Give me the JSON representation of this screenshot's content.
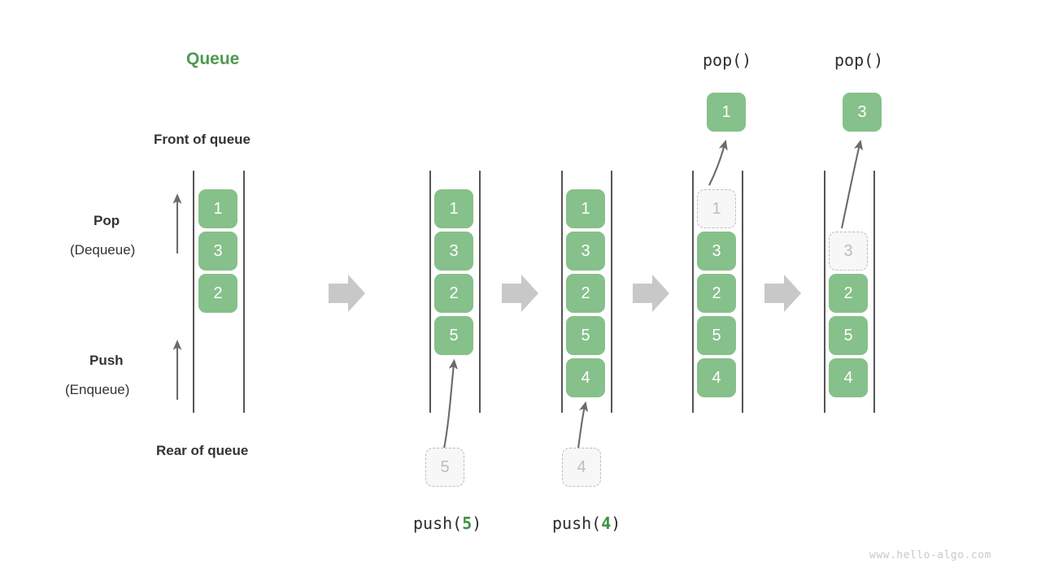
{
  "title": "Queue",
  "labels": {
    "front": "Front of queue",
    "rear": "Rear of queue",
    "pop_bold": "Pop",
    "pop_paren": "(Dequeue)",
    "push_bold": "Push",
    "push_paren": "(Enqueue)"
  },
  "watermark": "www.hello-algo.com",
  "colors": {
    "accent_green": "#4e9a4e",
    "cell_green": "#86c08a",
    "ghost_fill": "#f7f7f7",
    "ghost_border": "#bdbdbd",
    "rail": "#555555",
    "arrow_gray": "#c8c8c8",
    "curve_arrow": "#6b6b6b",
    "text_dark": "#333333",
    "watermark": "#c9c9c9"
  },
  "stages": [
    {
      "id": "initial",
      "cells": [
        "1",
        "3",
        "2"
      ],
      "ghost": null,
      "op_label": null
    },
    {
      "id": "push-5",
      "cells": [
        "1",
        "3",
        "2",
        "5"
      ],
      "ghost": "5",
      "op_label": {
        "fn": "push",
        "open": "(",
        "arg": "5",
        "close": ")"
      }
    },
    {
      "id": "push-4",
      "cells": [
        "1",
        "3",
        "2",
        "5",
        "4"
      ],
      "ghost": "4",
      "op_label": {
        "fn": "push",
        "open": "(",
        "arg": "4",
        "close": ")"
      }
    },
    {
      "id": "pop-1",
      "cells": [
        "3",
        "2",
        "5",
        "4"
      ],
      "ghost": "1",
      "popped": "1",
      "op_label": {
        "fn": "pop",
        "open": "(",
        "arg": "",
        "close": ")"
      }
    },
    {
      "id": "pop-3",
      "cells": [
        "2",
        "5",
        "4"
      ],
      "ghost": "3",
      "popped": "3",
      "op_label": {
        "fn": "pop",
        "open": "(",
        "arg": "",
        "close": ")"
      }
    }
  ],
  "flow_arrows": 3
}
